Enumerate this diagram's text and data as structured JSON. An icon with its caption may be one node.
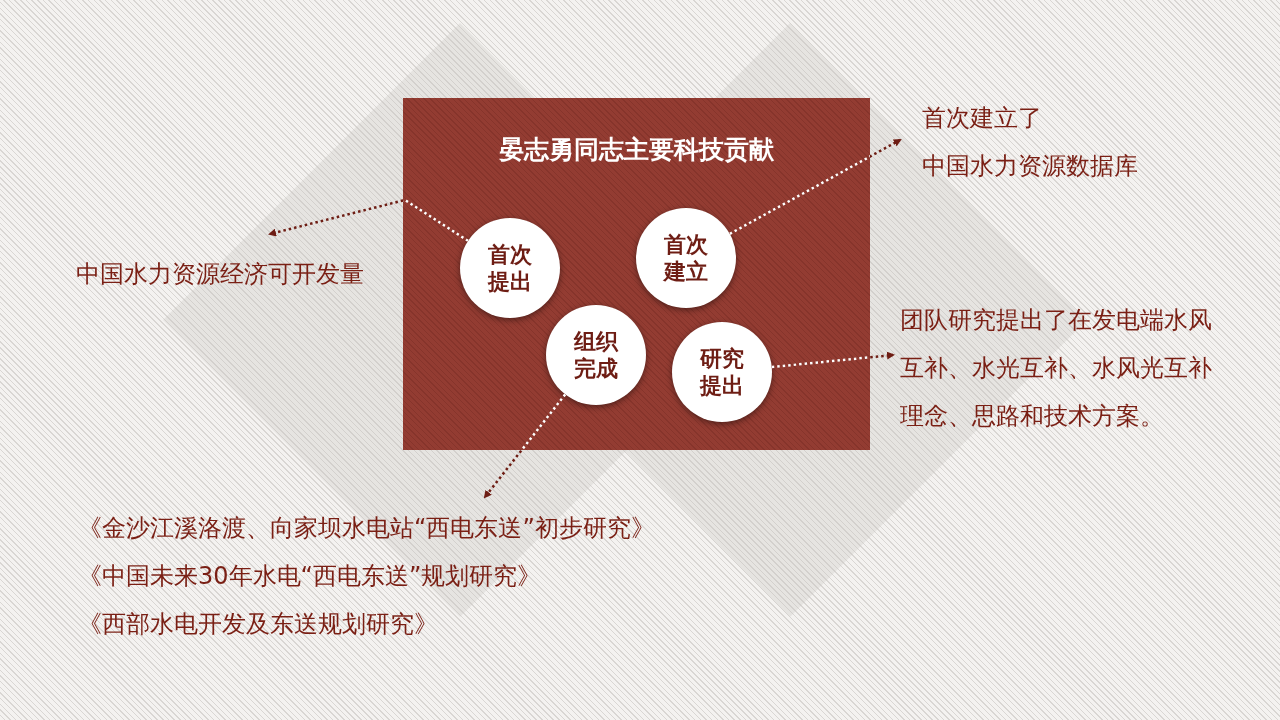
{
  "diagram": {
    "nodes": [
      {
        "text": [
          "晏志勇同志主要科技贡献"
        ]
      },
      {
        "text": [
          "首次提出"
        ],
        "in": 0
      },
      {
        "text": [
          "首次建立"
        ],
        "in": 0
      },
      {
        "text": [
          "组织完成"
        ],
        "in": 0
      },
      {
        "text": [
          "研究提出"
        ],
        "in": 0
      },
      {
        "text": [
          "中国水力资源经济可开发量"
        ]
      },
      {
        "text": [
          "首次建立了",
          "中国水力资源数据库"
        ]
      },
      {
        "text": [
          "团队研究提出了在发电端水风互补、水光互补、水风光互补理念、思路和技术方案。"
        ]
      },
      {
        "text": [
          "《金沙江溪洛渡、向家坝水电站“西电东送”初步研究》",
          "《中国未来30年水电“西电东送”规划研究》",
          "《西部水电开发及东送规划研究》"
        ]
      }
    ],
    "edges": [
      {
        "from": 1,
        "to": 5,
        "arrow": "to"
      },
      {
        "from": 2,
        "to": 6,
        "arrow": "to"
      },
      {
        "from": 4,
        "to": 7,
        "arrow": "to"
      },
      {
        "from": 3,
        "to": 8,
        "arrow": "to"
      }
    ]
  }
}
